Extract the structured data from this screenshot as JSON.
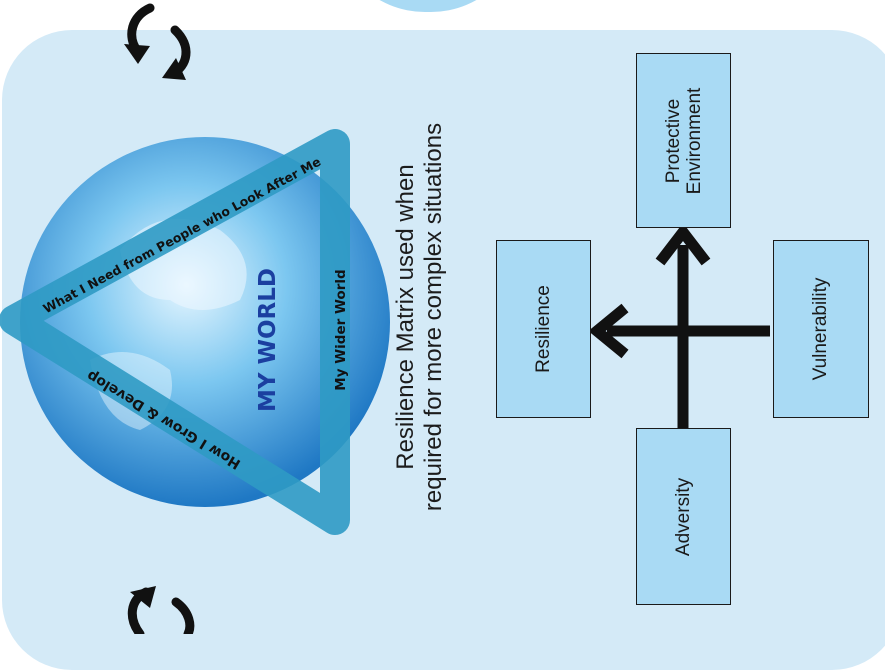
{
  "diagram": {
    "caption_line1": "Resilience Matrix used when",
    "caption_line2": "required for more complex situations",
    "triangle": {
      "title": "MY WORLD",
      "left_side": "What I Need from People who Look After Me",
      "bottom_side": "How I Grow & Develop",
      "right_side": "My Wider World"
    },
    "matrix": {
      "top_line1": "Protective",
      "top_line2": "Environment",
      "left": "Resilience",
      "right": "Vulnerability",
      "bottom": "Adversity"
    },
    "icons": [
      "cycle-arrows-icon",
      "cycle-arrows-icon"
    ],
    "colors": {
      "panel": "#d4eaf7",
      "box": "#a9daf4",
      "triangle": "#2f9ac4",
      "globe": "#4aa3df"
    }
  }
}
